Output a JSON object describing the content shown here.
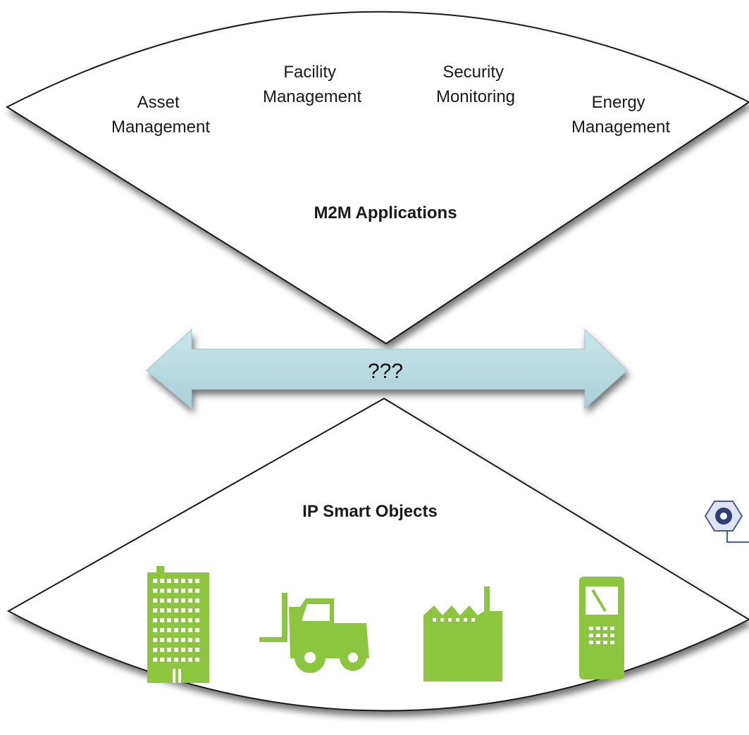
{
  "diagram": {
    "top": {
      "heading": "M2M Applications",
      "applications": [
        {
          "id": "asset",
          "lines": [
            "Asset",
            "Management"
          ]
        },
        {
          "id": "facility",
          "lines": [
            "Facility",
            "Management"
          ]
        },
        {
          "id": "security",
          "lines": [
            "Security",
            "Monitoring"
          ]
        },
        {
          "id": "energy",
          "lines": [
            "Energy",
            "Management"
          ]
        }
      ]
    },
    "connector": {
      "label": "???"
    },
    "bottom": {
      "heading": "IP Smart Objects",
      "objects": [
        {
          "icon": "building-icon"
        },
        {
          "icon": "forklift-icon"
        },
        {
          "icon": "factory-icon"
        },
        {
          "icon": "meter-device-icon"
        }
      ]
    },
    "colors": {
      "icon_green": "#8cc63f",
      "arrow_fill": "#bcdde3",
      "fan_fill": "#ffffff",
      "fan_stroke": "#1a1a1a"
    }
  }
}
